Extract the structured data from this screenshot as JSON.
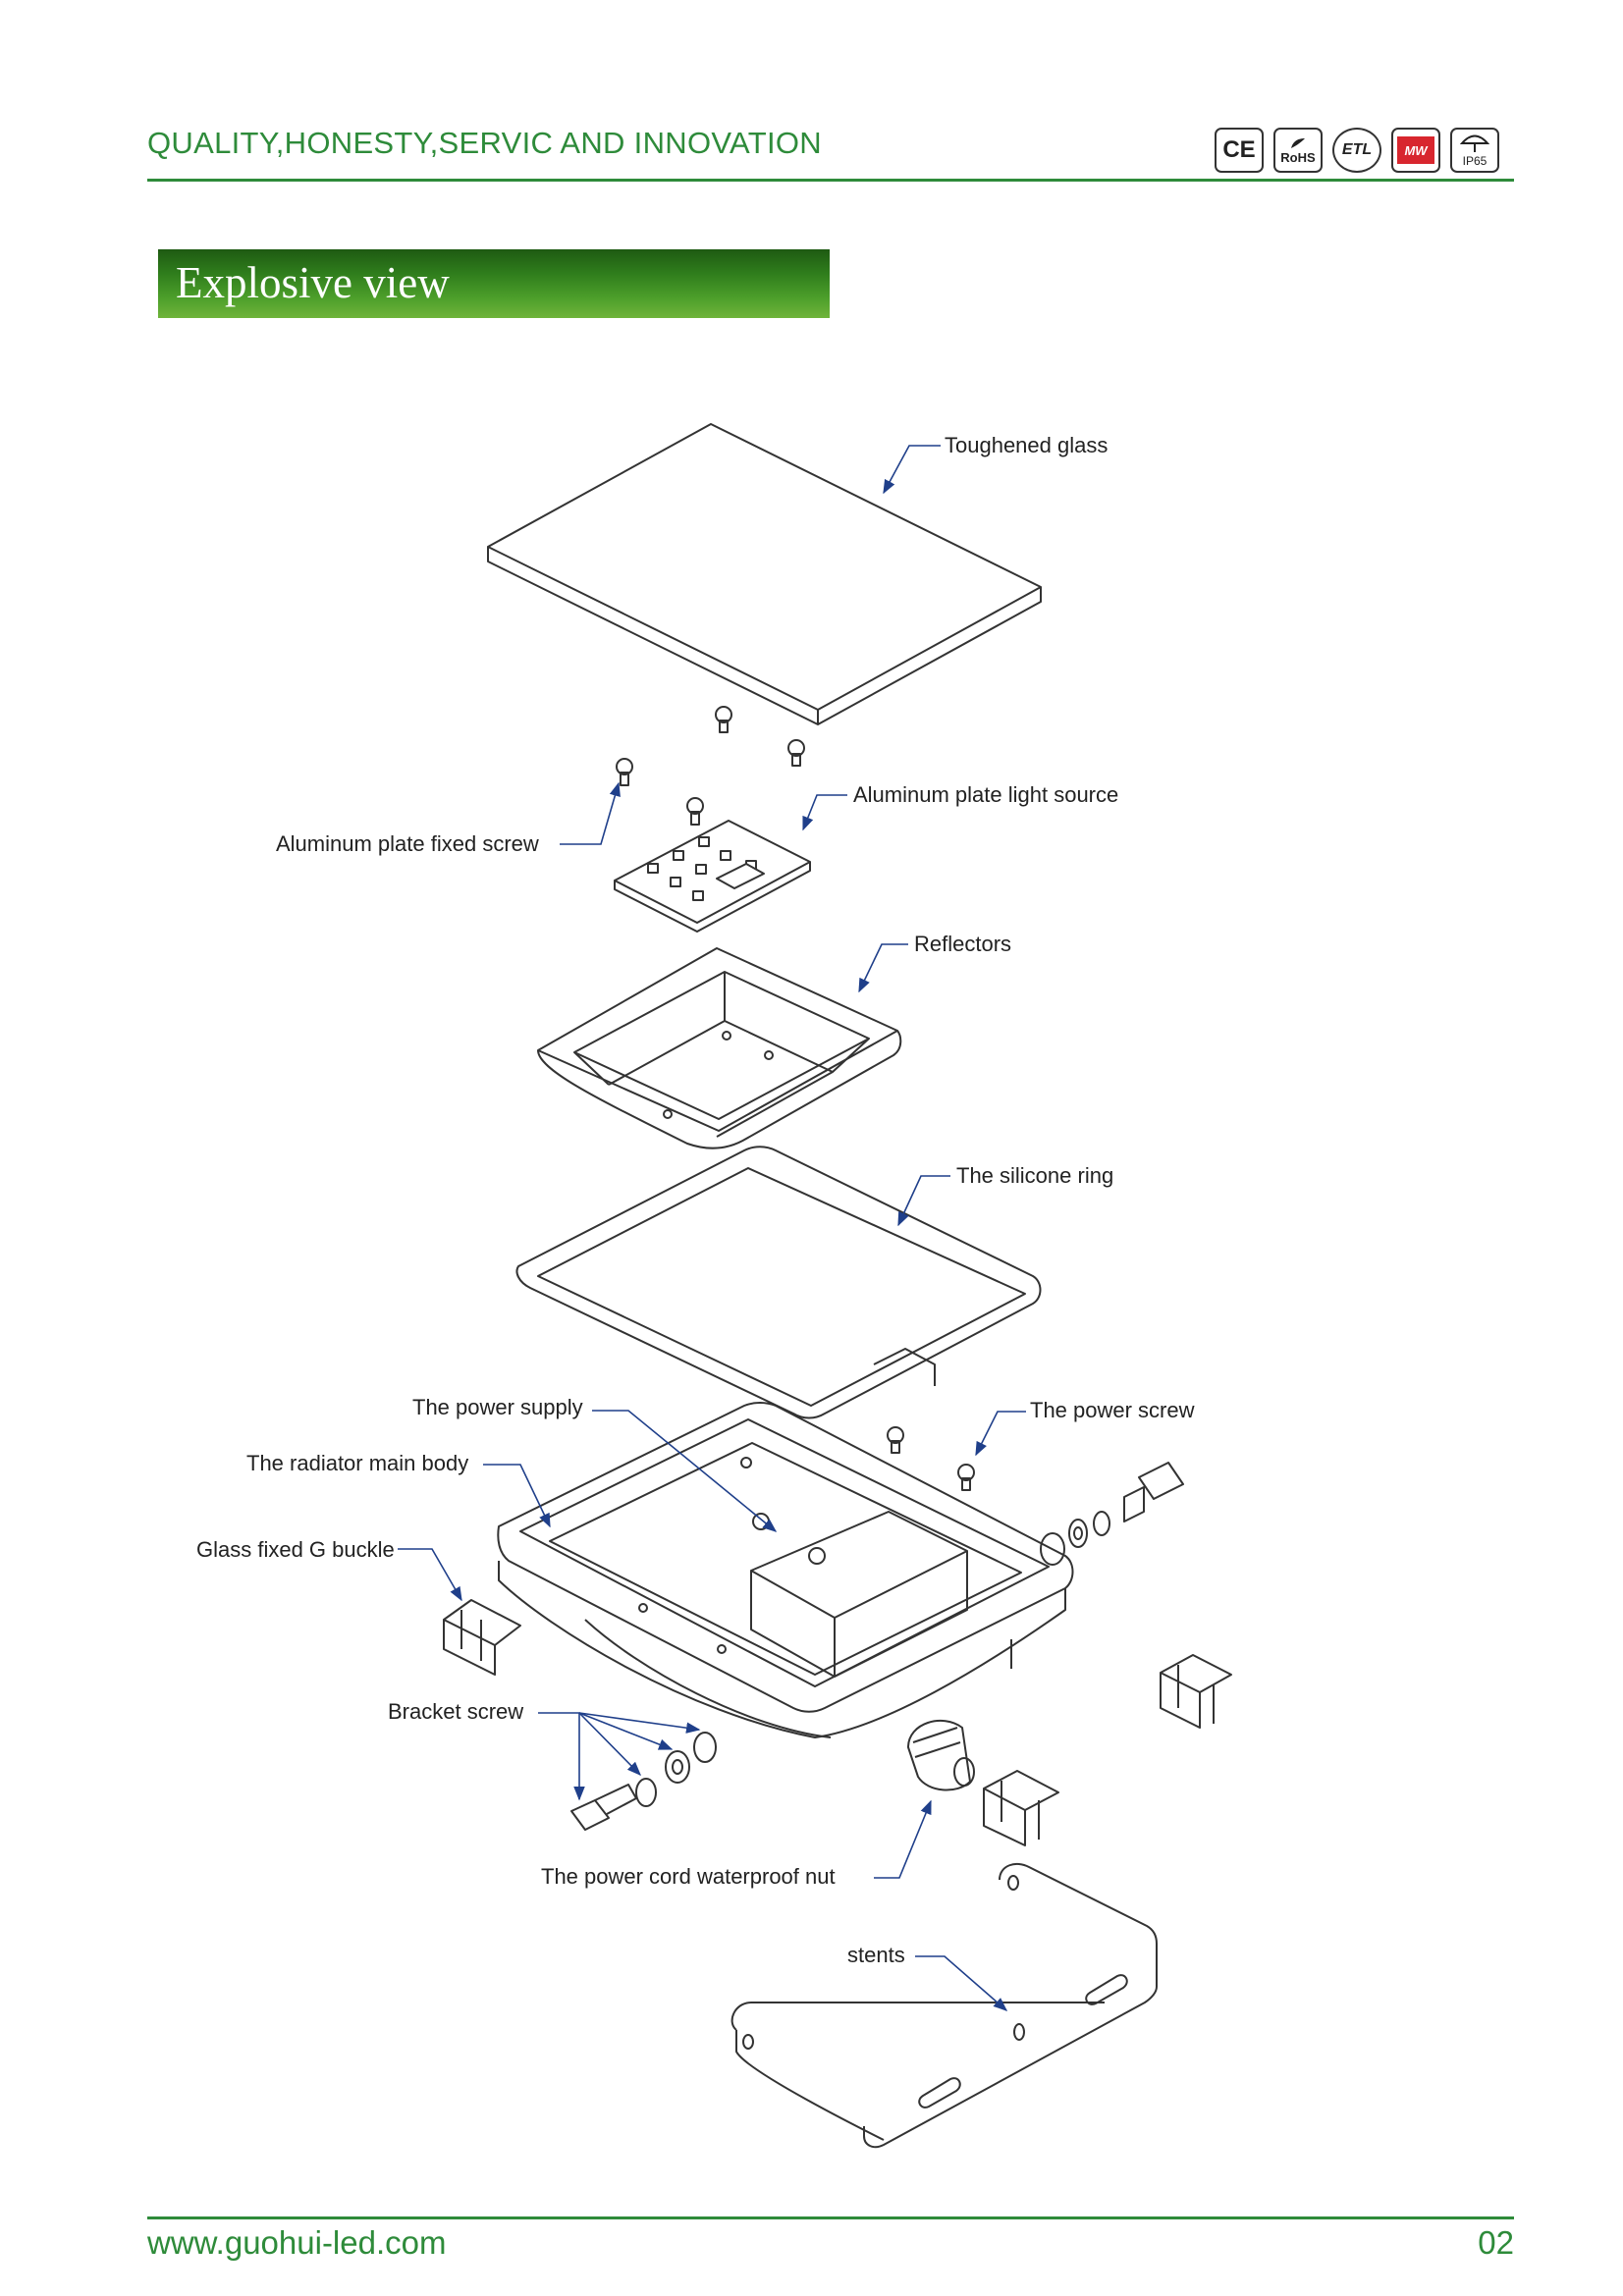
{
  "header": {
    "tagline": "QUALITY,HONESTY,SERVIC AND INNOVATION",
    "certifications": [
      {
        "label": "CE"
      },
      {
        "label": "RoHS"
      },
      {
        "label": "ETL"
      },
      {
        "label": "MW"
      },
      {
        "label": "IP65"
      }
    ]
  },
  "section": {
    "title": "Explosive view"
  },
  "diagram": {
    "callouts": {
      "toughened_glass": "Toughened glass",
      "aluminum_plate_light_source": "Aluminum plate light source",
      "aluminum_plate_fixed_screw": "Aluminum plate fixed screw",
      "reflectors": "Reflectors",
      "silicone_ring": "The silicone ring",
      "power_supply": "The power supply",
      "power_screw": "The power screw",
      "radiator_main_body": "The radiator main body",
      "glass_fixed_g_buckle": "Glass fixed G buckle",
      "bracket_screw": "Bracket screw",
      "power_cord_waterproof_nut": "The power cord waterproof nut",
      "stents": "stents"
    }
  },
  "footer": {
    "website": "www.guohui-led.com",
    "page_number": "02"
  },
  "colors": {
    "brand_green": "#2e8b3a",
    "callout_arrow": "#1f3f8a",
    "line_art": "#333333"
  }
}
